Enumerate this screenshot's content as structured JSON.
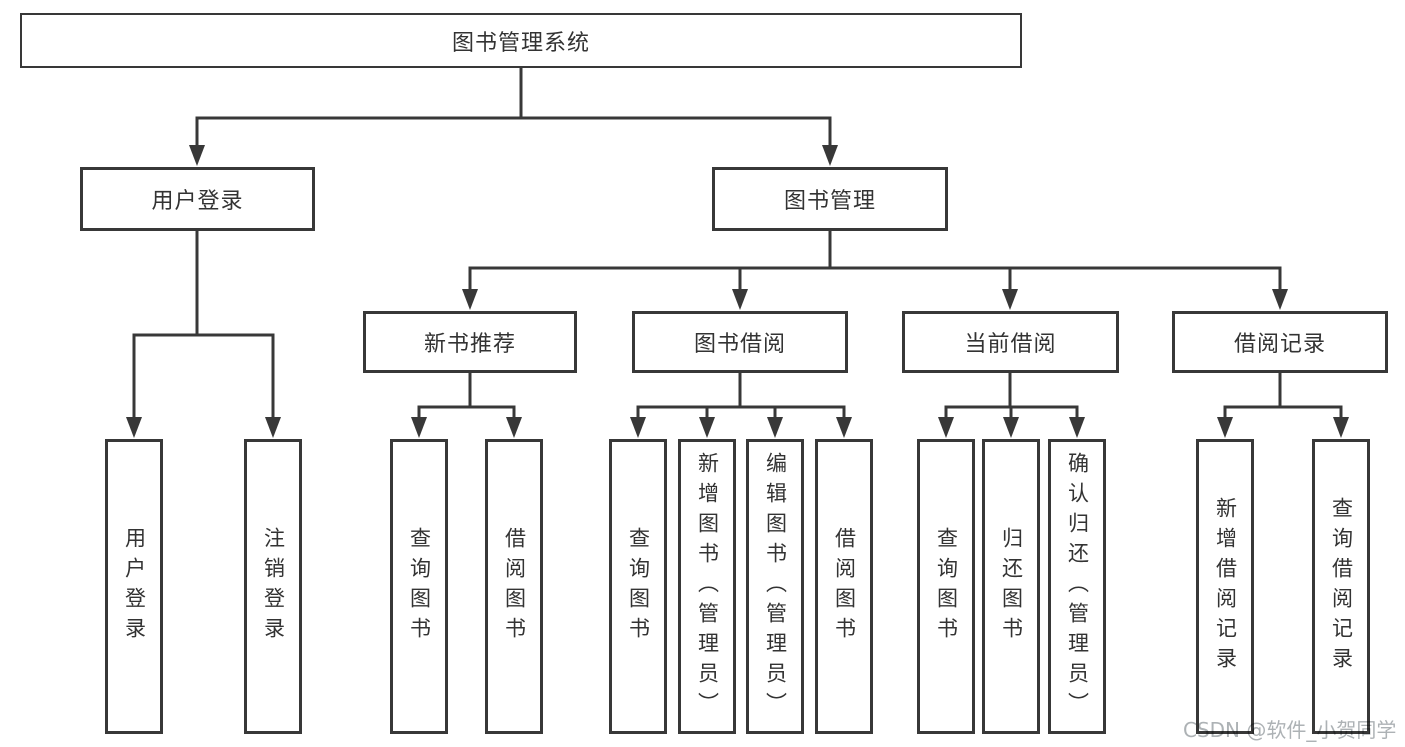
{
  "tree": {
    "label": "图书管理系统",
    "children": [
      {
        "label": "用户登录",
        "children": [
          {
            "label": "用户登录"
          },
          {
            "label": "注销登录"
          }
        ]
      },
      {
        "label": "图书管理",
        "children": [
          {
            "label": "新书推荐",
            "children": [
              {
                "label": "查询图书"
              },
              {
                "label": "借阅图书"
              }
            ]
          },
          {
            "label": "图书借阅",
            "children": [
              {
                "label": "查询图书"
              },
              {
                "label": "新增图书（管理员）"
              },
              {
                "label": "编辑图书（管理员）"
              },
              {
                "label": "借阅图书"
              }
            ]
          },
          {
            "label": "当前借阅",
            "children": [
              {
                "label": "查询图书"
              },
              {
                "label": "归还图书"
              },
              {
                "label": "确认归还（管理员）"
              }
            ]
          },
          {
            "label": "借阅记录",
            "children": [
              {
                "label": "新增借阅记录"
              },
              {
                "label": "查询借阅记录"
              }
            ]
          }
        ]
      }
    ]
  },
  "watermark": {
    "text": "CSDN @软件_小贺同学"
  },
  "colors": {
    "line": "#383838",
    "border": "#383838",
    "text": "#333333",
    "background": "#ffffff",
    "watermark": "#adb2b5"
  }
}
